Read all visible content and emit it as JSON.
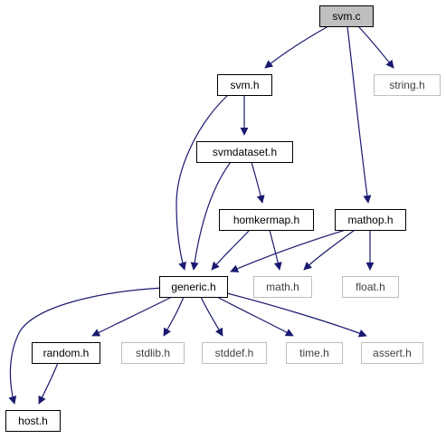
{
  "nodes": [
    {
      "id": "svm_c",
      "label": "svm.c",
      "style": "root"
    },
    {
      "id": "svm_h",
      "label": "svm.h",
      "style": "local"
    },
    {
      "id": "string_h",
      "label": "string.h",
      "style": "system"
    },
    {
      "id": "svmdataset_h",
      "label": "svmdataset.h",
      "style": "local"
    },
    {
      "id": "homkermap_h",
      "label": "homkermap.h",
      "style": "local"
    },
    {
      "id": "mathop_h",
      "label": "mathop.h",
      "style": "local"
    },
    {
      "id": "generic_h",
      "label": "generic.h",
      "style": "local"
    },
    {
      "id": "math_h",
      "label": "math.h",
      "style": "system"
    },
    {
      "id": "float_h",
      "label": "float.h",
      "style": "system"
    },
    {
      "id": "random_h",
      "label": "random.h",
      "style": "local"
    },
    {
      "id": "stdlib_h",
      "label": "stdlib.h",
      "style": "system"
    },
    {
      "id": "stddef_h",
      "label": "stddef.h",
      "style": "system"
    },
    {
      "id": "time_h",
      "label": "time.h",
      "style": "system"
    },
    {
      "id": "assert_h",
      "label": "assert.h",
      "style": "system"
    },
    {
      "id": "host_h",
      "label": "host.h",
      "style": "local"
    }
  ],
  "edges": [
    {
      "from": "svm_c",
      "to": "svm_h"
    },
    {
      "from": "svm_c",
      "to": "string_h"
    },
    {
      "from": "svm_c",
      "to": "mathop_h"
    },
    {
      "from": "svm_h",
      "to": "svmdataset_h"
    },
    {
      "from": "svm_h",
      "to": "generic_h"
    },
    {
      "from": "svmdataset_h",
      "to": "homkermap_h"
    },
    {
      "from": "svmdataset_h",
      "to": "generic_h"
    },
    {
      "from": "homkermap_h",
      "to": "generic_h"
    },
    {
      "from": "homkermap_h",
      "to": "math_h"
    },
    {
      "from": "mathop_h",
      "to": "generic_h"
    },
    {
      "from": "mathop_h",
      "to": "math_h"
    },
    {
      "from": "mathop_h",
      "to": "float_h"
    },
    {
      "from": "generic_h",
      "to": "random_h"
    },
    {
      "from": "generic_h",
      "to": "stdlib_h"
    },
    {
      "from": "generic_h",
      "to": "stddef_h"
    },
    {
      "from": "generic_h",
      "to": "time_h"
    },
    {
      "from": "generic_h",
      "to": "assert_h"
    },
    {
      "from": "generic_h",
      "to": "host_h"
    },
    {
      "from": "random_h",
      "to": "host_h"
    }
  ],
  "colors": {
    "edge": "#191970",
    "root_fill": "#bfbfbf",
    "local_border": "#000000",
    "system_border": "#bfbfbf",
    "system_text": "#404040",
    "background": "#ffffff"
  }
}
